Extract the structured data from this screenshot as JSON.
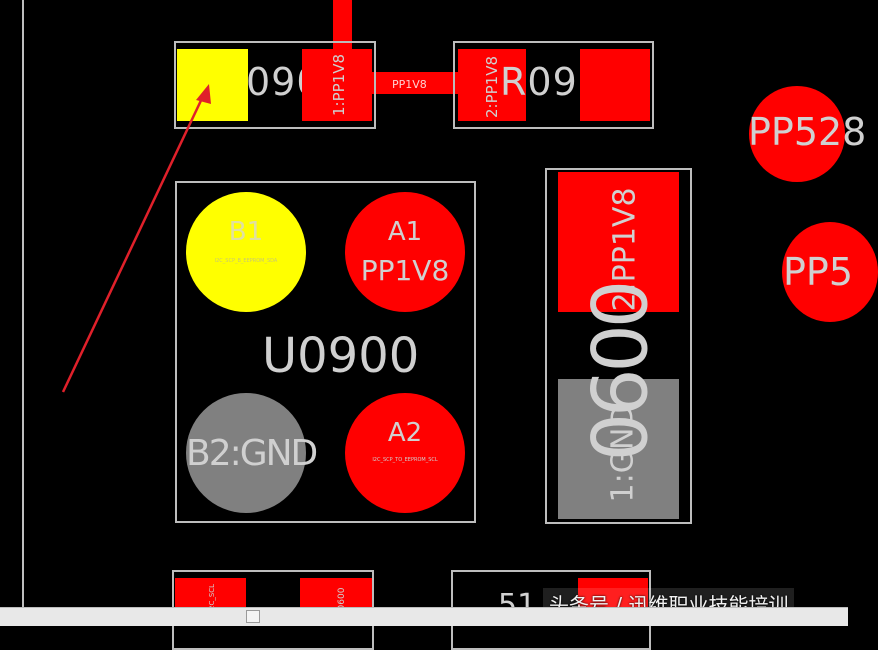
{
  "board": {
    "colors": {
      "background": "#000000",
      "pad_red": "#ff0000",
      "pad_selected": "#ffff00",
      "pad_gnd": "#808080",
      "silkscreen": "#bdbdbd",
      "annotation_arrow": "#e0202a"
    },
    "trace_label": "PP1V8",
    "resistor_top_left": {
      "designator": "0907",
      "pad2_net": "1:PP1V8"
    },
    "resistor_top_right": {
      "designator": "R090",
      "pad1_net": "2:PP1V8"
    },
    "ic_u0900": {
      "designator": "U0900",
      "b1": {
        "name": "B1",
        "net": "I2C_SCP_B_EEPROM_SDA"
      },
      "a1": {
        "name": "A1",
        "net": "PP1V8"
      },
      "b2": {
        "name": "B2:GND"
      },
      "a2": {
        "name": "A2",
        "net": "I2C_SCP_TO_EEPROM_SCL"
      }
    },
    "cap_c0600": {
      "designator": "0600",
      "pad_top_net": "2:PP1V8",
      "pad_bottom_net": "1:GND"
    },
    "test_points": [
      "PP528",
      "PP5"
    ],
    "bottom_left_part": {
      "label_a": "I2C_SCL",
      "label_b": "0600"
    },
    "bottom_right_part": {
      "designator": "51"
    }
  },
  "watermark": {
    "text": "头条号 / 迅维职业技能培训"
  },
  "scrollbar": {}
}
